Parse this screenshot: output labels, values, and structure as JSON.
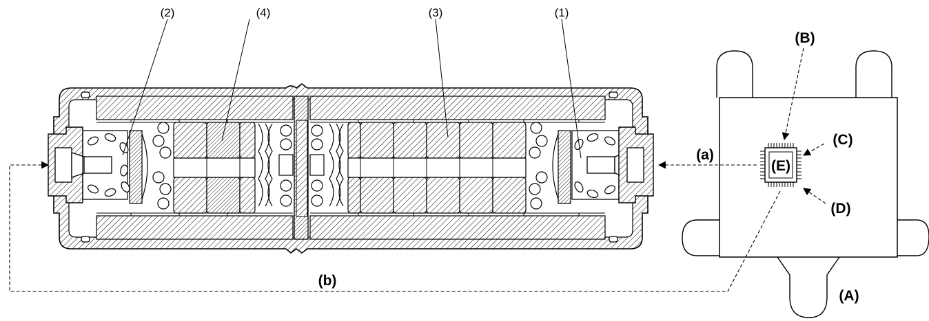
{
  "labels": {
    "part_1": "(1)",
    "part_2": "(2)",
    "part_3": "(3)",
    "part_4": "(4)",
    "conn_a": "(a)",
    "conn_b": "(b)",
    "lead_A": "(A)",
    "lead_B": "(B)",
    "lead_C": "(C)",
    "lead_D": "(D)",
    "chip_E": "(E)"
  },
  "colors": {
    "stroke": "#000000",
    "background": "#ffffff"
  }
}
